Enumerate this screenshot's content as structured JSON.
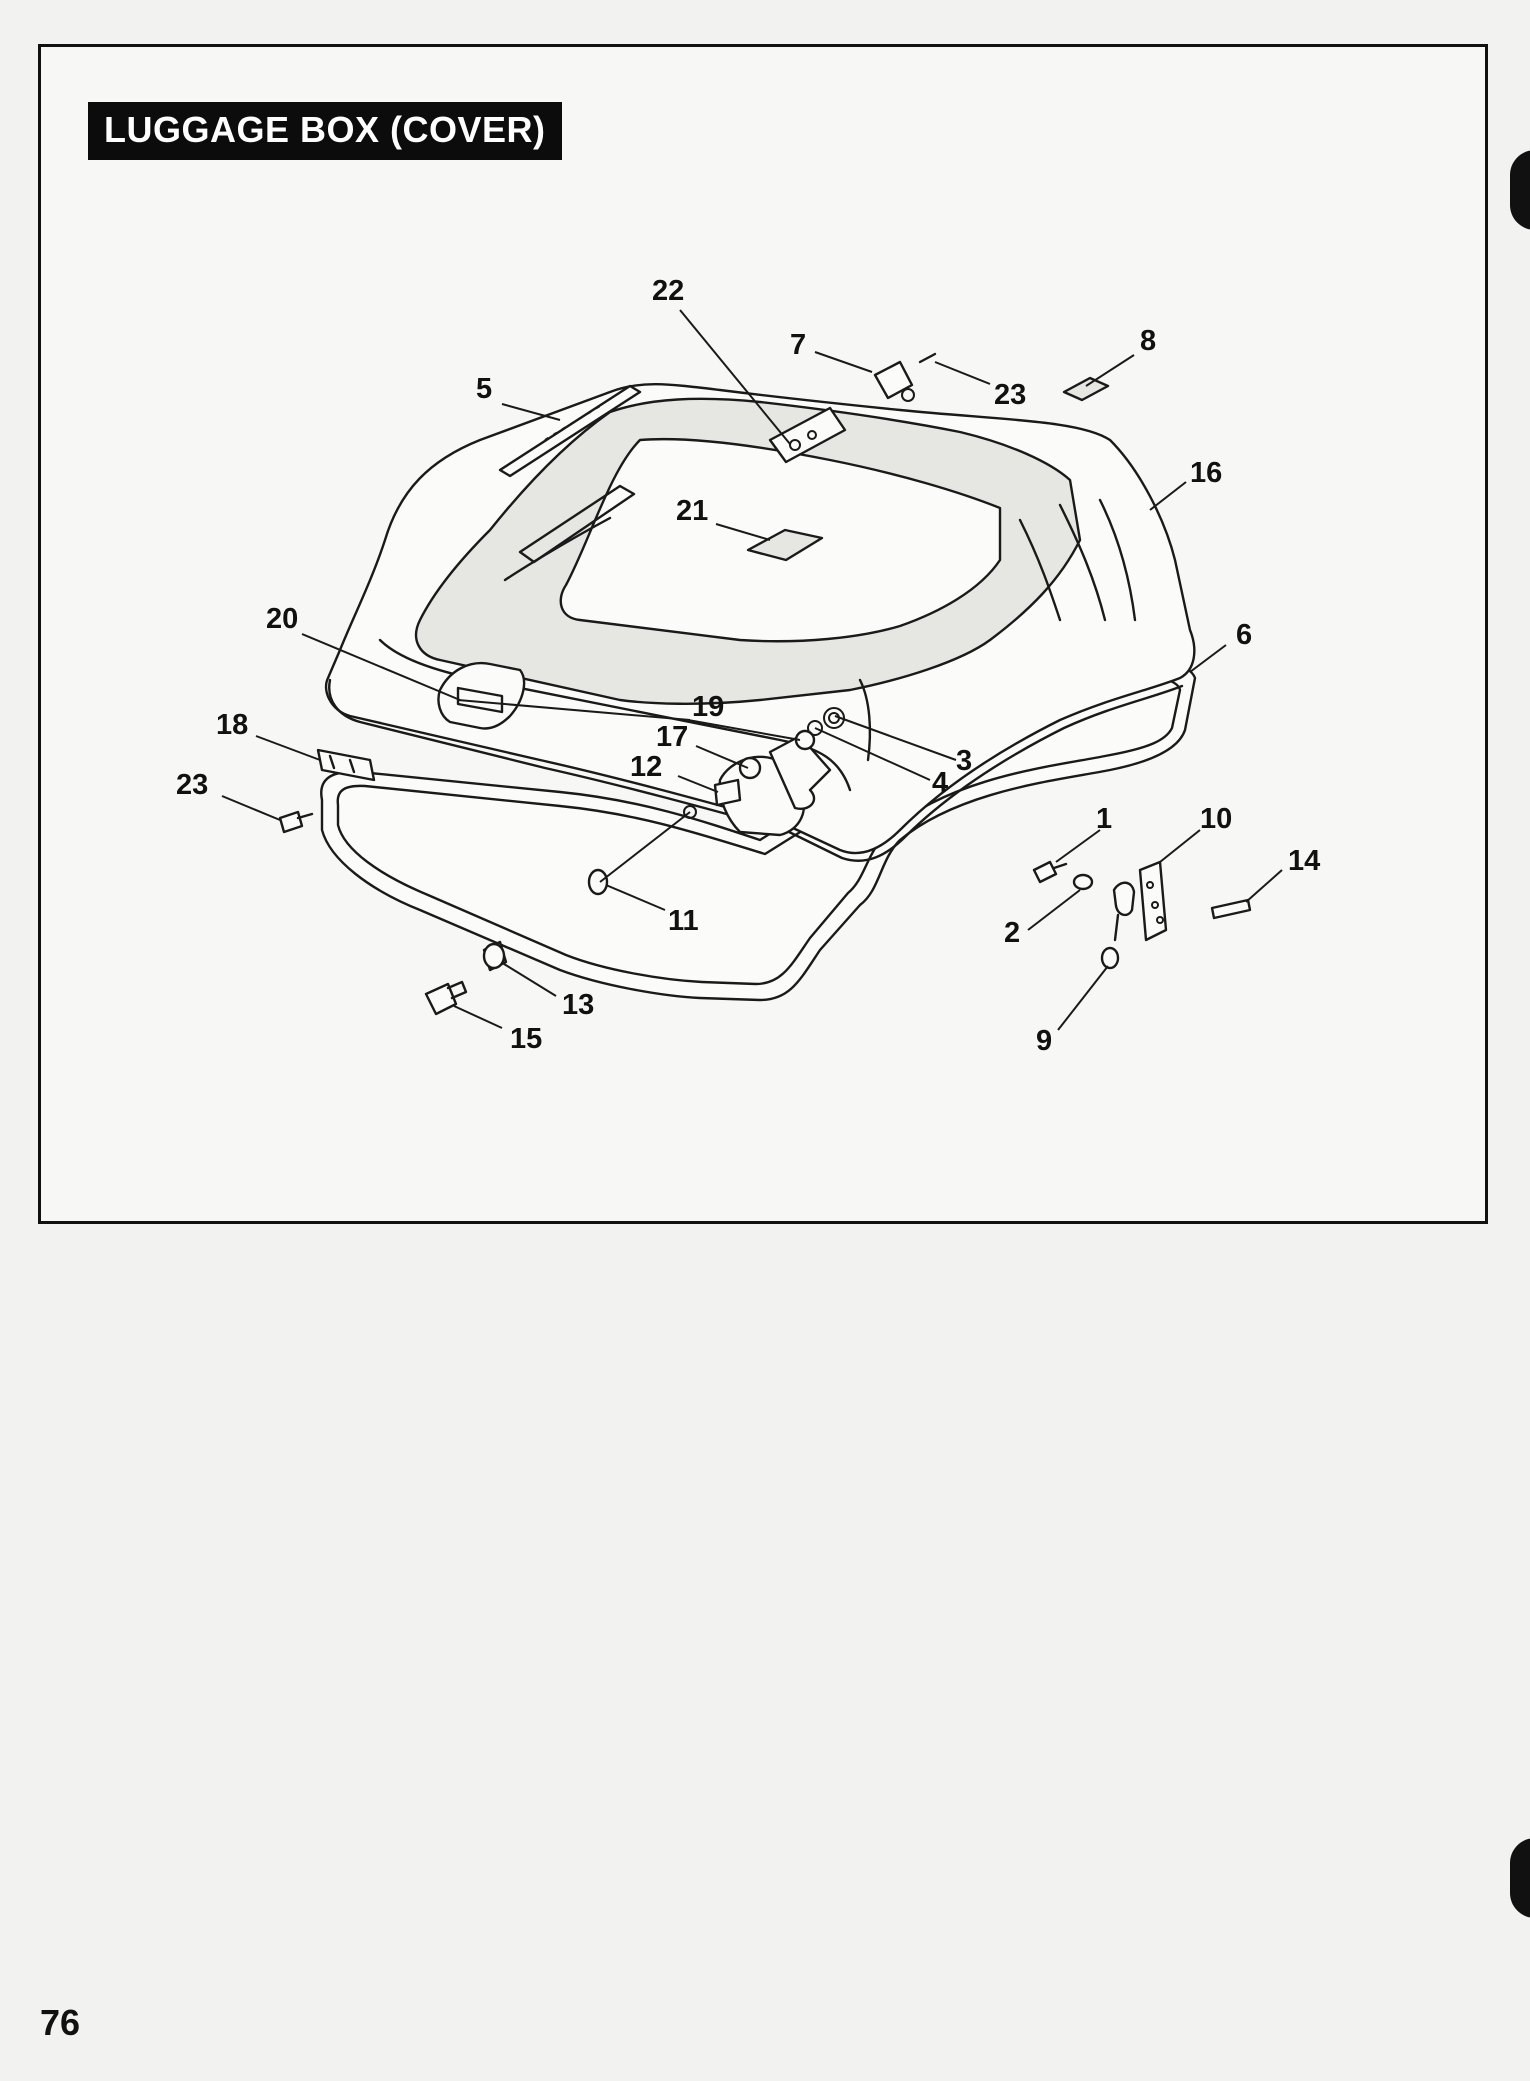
{
  "header": {
    "title": "LUGGAGE BOX (COVER)"
  },
  "page": {
    "number": "76"
  },
  "callouts": [
    {
      "id": "c1",
      "label": "1"
    },
    {
      "id": "c2",
      "label": "2"
    },
    {
      "id": "c3",
      "label": "3"
    },
    {
      "id": "c4",
      "label": "4"
    },
    {
      "id": "c5",
      "label": "5"
    },
    {
      "id": "c6",
      "label": "6"
    },
    {
      "id": "c7",
      "label": "7"
    },
    {
      "id": "c8",
      "label": "8"
    },
    {
      "id": "c9",
      "label": "9"
    },
    {
      "id": "c10",
      "label": "10"
    },
    {
      "id": "c11",
      "label": "11"
    },
    {
      "id": "c12",
      "label": "12"
    },
    {
      "id": "c13",
      "label": "13"
    },
    {
      "id": "c14",
      "label": "14"
    },
    {
      "id": "c15",
      "label": "15"
    },
    {
      "id": "c16",
      "label": "16"
    },
    {
      "id": "c17",
      "label": "17"
    },
    {
      "id": "c18",
      "label": "18"
    },
    {
      "id": "c19",
      "label": "19"
    },
    {
      "id": "c20",
      "label": "20"
    },
    {
      "id": "c21",
      "label": "21"
    },
    {
      "id": "c22",
      "label": "22"
    },
    {
      "id": "c23a",
      "label": "23"
    },
    {
      "id": "c23b",
      "label": "23"
    }
  ]
}
